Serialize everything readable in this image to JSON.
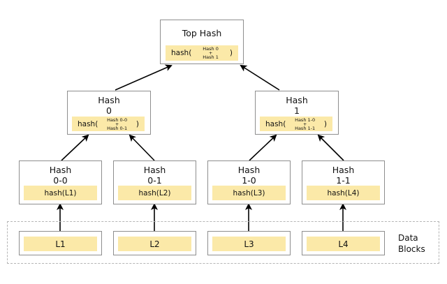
{
  "top": {
    "title": "Top Hash",
    "fn": "hash(",
    "a": "Hash 0",
    "plus": "+",
    "b": "Hash 1",
    "close": ")"
  },
  "h0": {
    "title1": "Hash",
    "title2": "0",
    "fn": "hash(",
    "a": "Hash 0-0",
    "plus": "+",
    "b": "Hash 0-1",
    "close": ")"
  },
  "h1": {
    "title1": "Hash",
    "title2": "1",
    "fn": "hash(",
    "a": "Hash 1-0",
    "plus": "+",
    "b": "Hash 1-1",
    "close": ")"
  },
  "leaf_hashes": [
    {
      "title1": "Hash",
      "title2": "0-0",
      "fn": "hash(L1)"
    },
    {
      "title1": "Hash",
      "title2": "0-1",
      "fn": "hash(L2)"
    },
    {
      "title1": "Hash",
      "title2": "1-0",
      "fn": "hash(L3)"
    },
    {
      "title1": "Hash",
      "title2": "1-1",
      "fn": "hash(L4)"
    }
  ],
  "blocks": [
    "L1",
    "L2",
    "L3",
    "L4"
  ],
  "data_blocks_label": {
    "line1": "Data",
    "line2": "Blocks"
  },
  "colors": {
    "highlight": "#fbe9a8",
    "border": "#8e8e8e",
    "arrow": "#000000",
    "dashed": "#b5b5b5"
  }
}
